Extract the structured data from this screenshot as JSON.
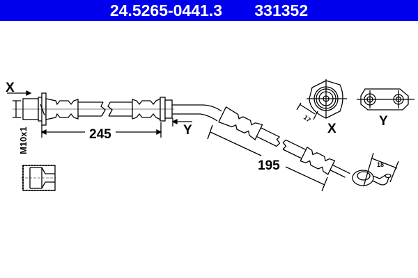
{
  "header": {
    "part_number": "24.5265-0441.3",
    "ref_number": "331352",
    "background_color": "#0000ee"
  },
  "diagram": {
    "labels": {
      "view_x": "X",
      "view_y": "Y",
      "thread": "M10x1",
      "length_straight": "245",
      "length_angled": "195",
      "width_x": "17",
      "width_banjo": "18",
      "detail_x": "X",
      "detail_y": "Y"
    }
  }
}
